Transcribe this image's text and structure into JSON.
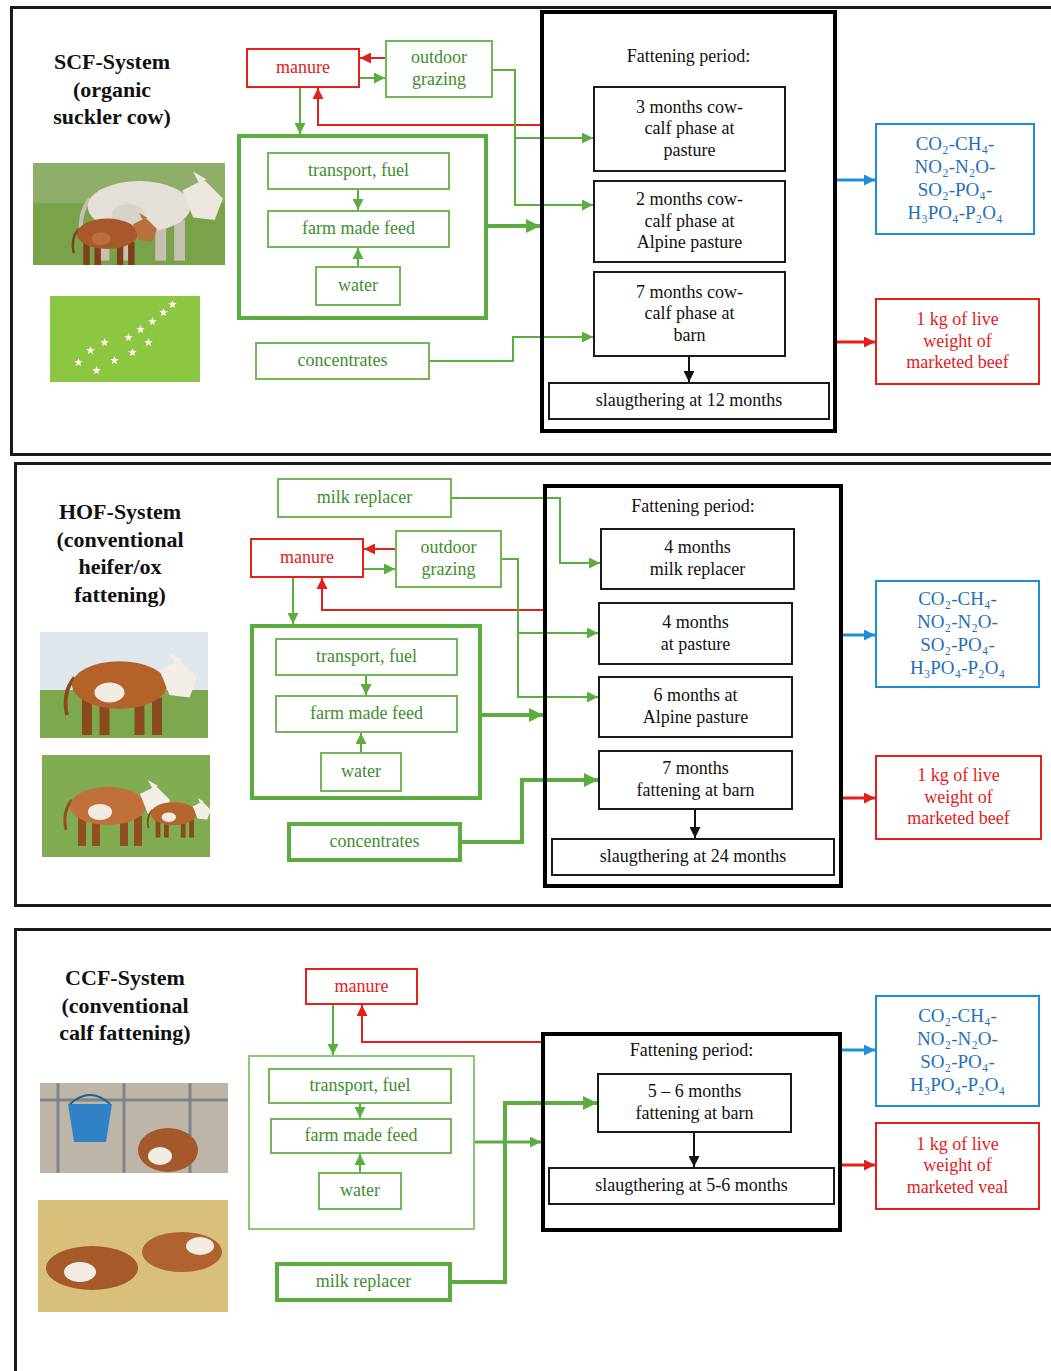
{
  "diagram": {
    "nodes": [
      {
        "text": [
          "SCF-System (organic suckler cow)"
        ]
      },
      {
        "text": [
          "manure"
        ],
        "in": 0
      },
      {
        "text": [
          "outdoor grazing"
        ],
        "in": 0
      },
      {
        "text": [],
        "in": 0
      },
      {
        "text": [
          "transport, fuel"
        ],
        "in": 3
      },
      {
        "text": [
          "farm made feed"
        ],
        "in": 3
      },
      {
        "text": [
          "water"
        ],
        "in": 3
      },
      {
        "text": [
          "concentrates"
        ],
        "in": 0
      },
      {
        "text": [
          "Fattening period:"
        ],
        "in": 0
      },
      {
        "text": [
          "3 months cow-calf phase at pasture"
        ],
        "in": 8
      },
      {
        "text": [
          "2 months cow-calf phase at Alpine pasture"
        ],
        "in": 8
      },
      {
        "text": [
          "7 months cow-calf phase at barn"
        ],
        "in": 8
      },
      {
        "text": [
          "slaugthering at 12 months"
        ],
        "in": 8
      },
      {
        "text": [
          "CO₂-CH₄- NO₂-N₂O- SO₂-PO₄- H₃PO₄-P₂O₄"
        ],
        "in": 0
      },
      {
        "text": [
          "1 kg of live weight of marketed beef"
        ],
        "in": 0
      },
      {
        "text": [
          "HOF-System (conventional heifer/ox fattening)"
        ]
      },
      {
        "text": [
          "milk replacer"
        ],
        "in": 15
      },
      {
        "text": [
          "manure"
        ],
        "in": 15
      },
      {
        "text": [
          "outdoor grazing"
        ],
        "in": 15
      },
      {
        "text": [],
        "in": 15
      },
      {
        "text": [
          "transport, fuel"
        ],
        "in": 19
      },
      {
        "text": [
          "farm made feed"
        ],
        "in": 19
      },
      {
        "text": [
          "water"
        ],
        "in": 19
      },
      {
        "text": [
          "concentrates"
        ],
        "in": 15
      },
      {
        "text": [
          "Fattening period:"
        ],
        "in": 15
      },
      {
        "text": [
          "4 months milk replacer"
        ],
        "in": 24
      },
      {
        "text": [
          "4 months at pasture"
        ],
        "in": 24
      },
      {
        "text": [
          "6 months at Alpine pasture"
        ],
        "in": 24
      },
      {
        "text": [
          "7 months fattening at barn"
        ],
        "in": 24
      },
      {
        "text": [
          "slaugthering at 24 months"
        ],
        "in": 24
      },
      {
        "text": [
          "CO₂-CH₄- NO₂-N₂O- SO₂-PO₄- H₃PO₄-P₂O₄"
        ],
        "in": 15
      },
      {
        "text": [
          "1 kg of live weight of marketed beef"
        ],
        "in": 15
      },
      {
        "text": [
          "CCF-System (conventional calf fattening)"
        ]
      },
      {
        "text": [
          "manure"
        ],
        "in": 32
      },
      {
        "text": [],
        "in": 32
      },
      {
        "text": [
          "transport, fuel"
        ],
        "in": 34
      },
      {
        "text": [
          "farm made feed"
        ],
        "in": 34
      },
      {
        "text": [
          "water"
        ],
        "in": 34
      },
      {
        "text": [
          "milk replacer"
        ],
        "in": 32
      },
      {
        "text": [
          "Fattening period:"
        ],
        "in": 32
      },
      {
        "text": [
          "5 – 6 months fattening at barn"
        ],
        "in": 39
      },
      {
        "text": [
          "slaugthering at 5-6 months"
        ],
        "in": 39
      },
      {
        "text": [
          "CO₂-CH₄- NO₂-N₂O- SO₂-PO₄- H₃PO₄-P₂O₄"
        ],
        "in": 32
      },
      {
        "text": [
          "1 kg of live weight of marketed veal"
        ],
        "in": 32
      }
    ],
    "edges": [
      {
        "from": 2,
        "to": 1,
        "arrow": "to"
      },
      {
        "from": 1,
        "to": 2,
        "arrow": "to"
      },
      {
        "from": 1,
        "to": 3,
        "arrow": "to"
      },
      {
        "from": 8,
        "to": 1,
        "arrow": "to"
      },
      {
        "from": 2,
        "to": 9,
        "arrow": "to"
      },
      {
        "from": 2,
        "to": 10,
        "arrow": "to"
      },
      {
        "from": 3,
        "to": 8,
        "arrow": "to"
      },
      {
        "from": 7,
        "to": 11,
        "arrow": "to"
      },
      {
        "from": 4,
        "to": 5,
        "arrow": "to"
      },
      {
        "from": 6,
        "to": 5,
        "arrow": "to"
      },
      {
        "from": 11,
        "to": 12,
        "arrow": "to"
      },
      {
        "from": 8,
        "to": 13,
        "arrow": "to"
      },
      {
        "from": 8,
        "to": 14,
        "arrow": "to"
      },
      {
        "from": 16,
        "to": 25,
        "arrow": "to"
      },
      {
        "from": 18,
        "to": 17,
        "arrow": "to"
      },
      {
        "from": 17,
        "to": 18,
        "arrow": "to"
      },
      {
        "from": 17,
        "to": 19,
        "arrow": "to"
      },
      {
        "from": 24,
        "to": 17,
        "arrow": "to"
      },
      {
        "from": 18,
        "to": 26,
        "arrow": "to"
      },
      {
        "from": 18,
        "to": 27,
        "arrow": "to"
      },
      {
        "from": 19,
        "to": 24,
        "arrow": "to"
      },
      {
        "from": 23,
        "to": 28,
        "arrow": "to"
      },
      {
        "from": 20,
        "to": 21,
        "arrow": "to"
      },
      {
        "from": 22,
        "to": 21,
        "arrow": "to"
      },
      {
        "from": 28,
        "to": 29,
        "arrow": "to"
      },
      {
        "from": 24,
        "to": 30,
        "arrow": "to"
      },
      {
        "from": 24,
        "to": 31,
        "arrow": "to"
      },
      {
        "from": 33,
        "to": 34,
        "arrow": "to"
      },
      {
        "from": 39,
        "to": 33,
        "arrow": "to"
      },
      {
        "from": 34,
        "to": 39,
        "arrow": "to"
      },
      {
        "from": 38,
        "to": 40,
        "arrow": "to"
      },
      {
        "from": 35,
        "to": 36,
        "arrow": "to"
      },
      {
        "from": 37,
        "to": 36,
        "arrow": "to"
      },
      {
        "from": 40,
        "to": 41,
        "arrow": "to"
      },
      {
        "from": 39,
        "to": 42,
        "arrow": "to"
      },
      {
        "from": 39,
        "to": 43,
        "arrow": "to"
      }
    ]
  }
}
